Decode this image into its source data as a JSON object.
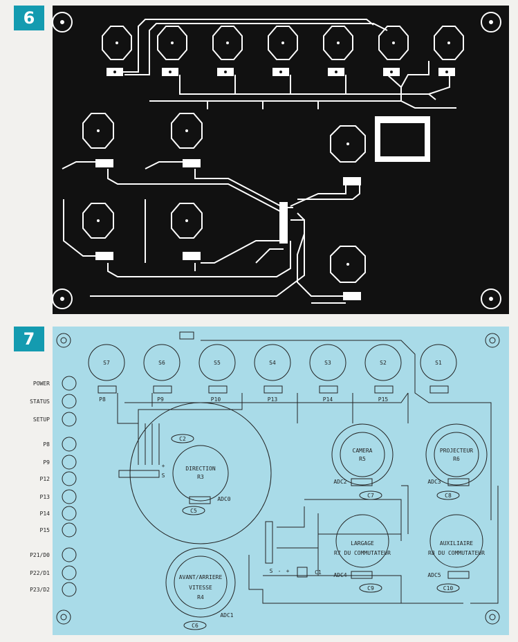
{
  "figures": [
    {
      "number": "6"
    },
    {
      "number": "7"
    }
  ],
  "silkscreen": {
    "switches": [
      "S7",
      "S6",
      "S5",
      "S4",
      "S3",
      "S2",
      "S1"
    ],
    "connectors_top": [
      "P8",
      "P9",
      "P10",
      "P13",
      "P14",
      "P15"
    ],
    "side_labels": [
      "POWER",
      "STATUS",
      "SETUP",
      "P8",
      "P9",
      "P12",
      "P13",
      "P14",
      "P15",
      "P21/D0",
      "P22/D1",
      "P23/D2"
    ],
    "direction": {
      "name": "DIRECTION",
      "ref": "R3",
      "adc": "ADC0",
      "cap": "C5"
    },
    "camera": {
      "name": "CAMERA",
      "ref": "R5",
      "adc": "ADC2",
      "cap": "C7"
    },
    "projecteur": {
      "name": "PROJECTEUR",
      "ref": "R6",
      "adc": "ADC3",
      "cap": "C8"
    },
    "largage": {
      "name": "LARGAGE",
      "ref": "R7 DU COMMUTATEUR",
      "adc": "ADC4",
      "cap": "C9"
    },
    "auxiliaire": {
      "name": "AUXILIAIRE",
      "ref": "R8 DU COMMUTATEUR",
      "adc": "ADC5",
      "cap": "C10"
    },
    "vitesse": {
      "name1": "AVANT/ARRIERE",
      "name2": "VITESSE",
      "ref": "R4",
      "adc": "ADC1",
      "cap": "C6"
    },
    "c2": "C2",
    "c1": "C1",
    "plus": "+",
    "s_mark": "S",
    "minus": "-"
  }
}
